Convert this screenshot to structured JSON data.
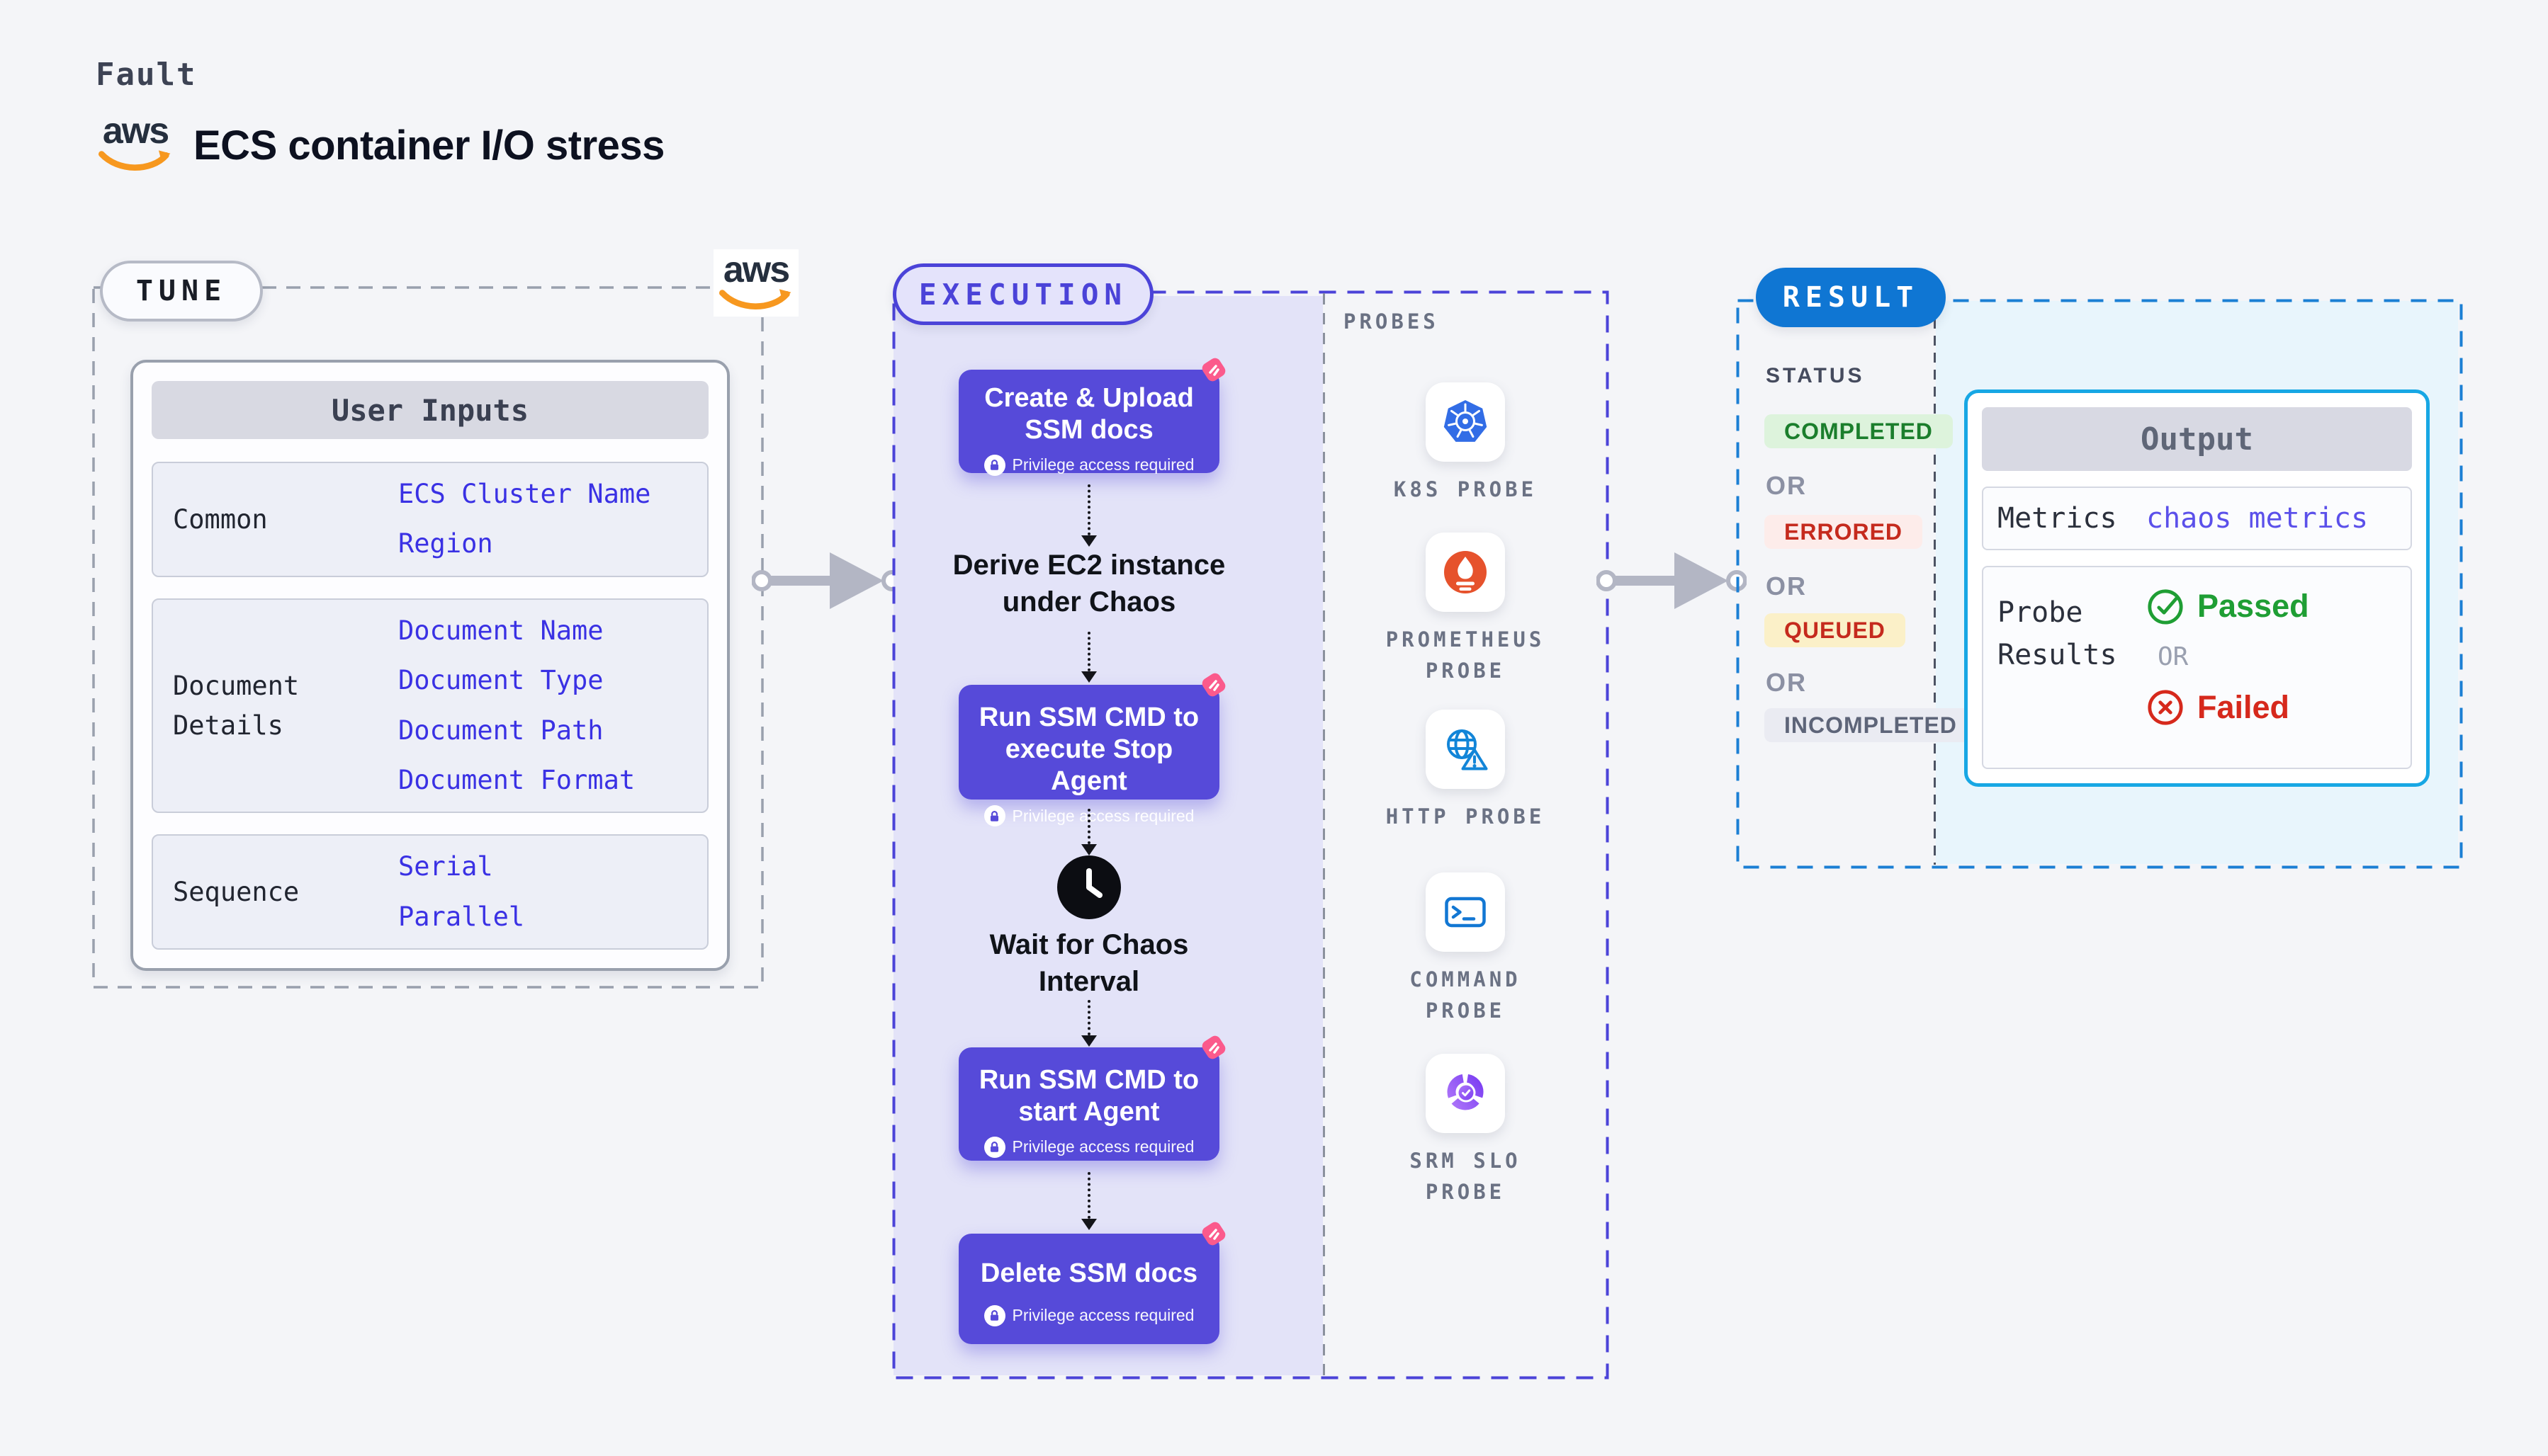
{
  "header": {
    "kicker": "Fault",
    "title": "ECS container I/O stress"
  },
  "brand": {
    "aws_wordmark": "aws"
  },
  "tune": {
    "pill": "TUNE",
    "table": {
      "header": "User Inputs",
      "rows": [
        {
          "label": "Common",
          "values": [
            "ECS Cluster Name",
            "Region"
          ]
        },
        {
          "label": "Document Details",
          "values": [
            "Document Name",
            "Document Type",
            "Document Path",
            "Document Format"
          ]
        },
        {
          "label": "Sequence",
          "values": [
            "Serial",
            "Parallel"
          ]
        }
      ]
    }
  },
  "execution": {
    "pill": "EXECUTION",
    "privilege_note": "Privilege access required",
    "steps": [
      {
        "title": "Create & Upload SSM docs"
      },
      {
        "title": "Run SSM CMD to execute Stop Agent"
      },
      {
        "title": "Run SSM CMD to start Agent"
      },
      {
        "title": "Delete SSM docs"
      }
    ],
    "derive_label": "Derive EC2 instance under Chaos",
    "wait_label": "Wait for Chaos Interval"
  },
  "probes": {
    "heading": "PROBES",
    "items": [
      {
        "icon": "kubernetes-icon",
        "label": "K8S PROBE"
      },
      {
        "icon": "prometheus-icon",
        "label": "PROMETHEUS PROBE"
      },
      {
        "icon": "http-globe-icon",
        "label": "HTTP PROBE"
      },
      {
        "icon": "terminal-icon",
        "label": "COMMAND PROBE"
      },
      {
        "icon": "slo-donut-icon",
        "label": "SRM SLO PROBE"
      }
    ]
  },
  "result": {
    "pill": "RESULT",
    "status_heading": "STATUS",
    "or_label": "OR",
    "statuses": [
      {
        "label": "COMPLETED",
        "bg": "#ddf3dc",
        "color": "#1b7e2c"
      },
      {
        "label": "ERRORED",
        "bg": "#fdecea",
        "color": "#c52a1d"
      },
      {
        "label": "QUEUED",
        "bg": "#fbf0c8",
        "color": "#c52a1d"
      },
      {
        "label": "INCOMPLETED",
        "bg": "#eaebf2",
        "color": "#5d6478"
      }
    ],
    "output": {
      "header": "Output",
      "rows": [
        {
          "label": "Metrics",
          "value": "chaos metrics"
        }
      ],
      "probe_results_label": "Probe Results",
      "passed_label": "Passed",
      "or_label": "OR",
      "failed_label": "Failed"
    }
  },
  "colors": {
    "page_bg": "#f4f5f8",
    "accent_indigo": "#4b43d8",
    "step_purple": "#564ad9",
    "lavender_fill": "#e3e3f8",
    "result_blue": "#0f76d3",
    "result_border": "#1b7fd4",
    "result_fill": "#e8f5fc",
    "output_border": "#17a7e4",
    "value_blue": "#3a31e4",
    "passed_green": "#1f9e34",
    "failed_red": "#d6291c",
    "aws_orange": "#f7981f",
    "chaos_pink": "#fb5a8c",
    "k8s_blue": "#326de6",
    "prometheus_orange": "#e6522c"
  }
}
